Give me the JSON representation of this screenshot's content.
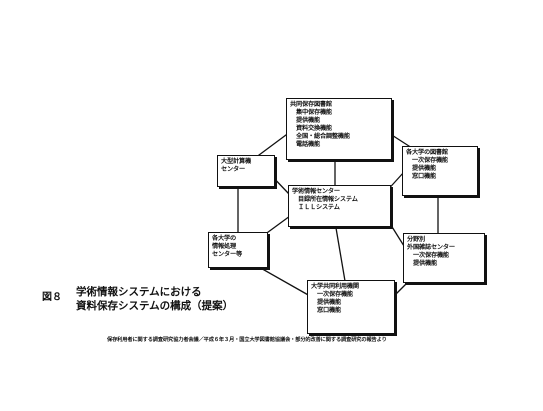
{
  "figure": {
    "number": "図８",
    "title_line1": "学術情報システムにおける",
    "title_line2": "資料保存システムの構成（提案）",
    "source": "保存利用者に関する調査研究協力者会議／平成６年３月・国立大学図書館協議会・部分的改善に関する調査研究の報告より"
  },
  "nodes": {
    "top": {
      "title": "共同保存図書館",
      "items": [
        "集中保存機能",
        "提供機能",
        "資料交換機能",
        "全国・総合調整機能",
        "電話機能"
      ]
    },
    "center": {
      "title": "学術情報センター",
      "items": [
        "目録所在情報システム",
        "ＩＬＬシステム"
      ]
    },
    "left_up": {
      "title": "大型計算機",
      "items": [
        "センター"
      ]
    },
    "left_down": {
      "title": "各大学の",
      "items": [
        "情報処理",
        "センター等"
      ]
    },
    "right_up": {
      "title": "各大学の図書館",
      "items": [
        "一次保存機能",
        "提供機能",
        "窓口機能"
      ]
    },
    "right_down": {
      "title": "分野別",
      "items": [
        "外国雑誌センター",
        "一次保存機能",
        "提供機能"
      ]
    },
    "bottom": {
      "title": "大学共同利用機関",
      "items": [
        "一次保存機能",
        "提供機能",
        "窓口機能"
      ]
    }
  }
}
